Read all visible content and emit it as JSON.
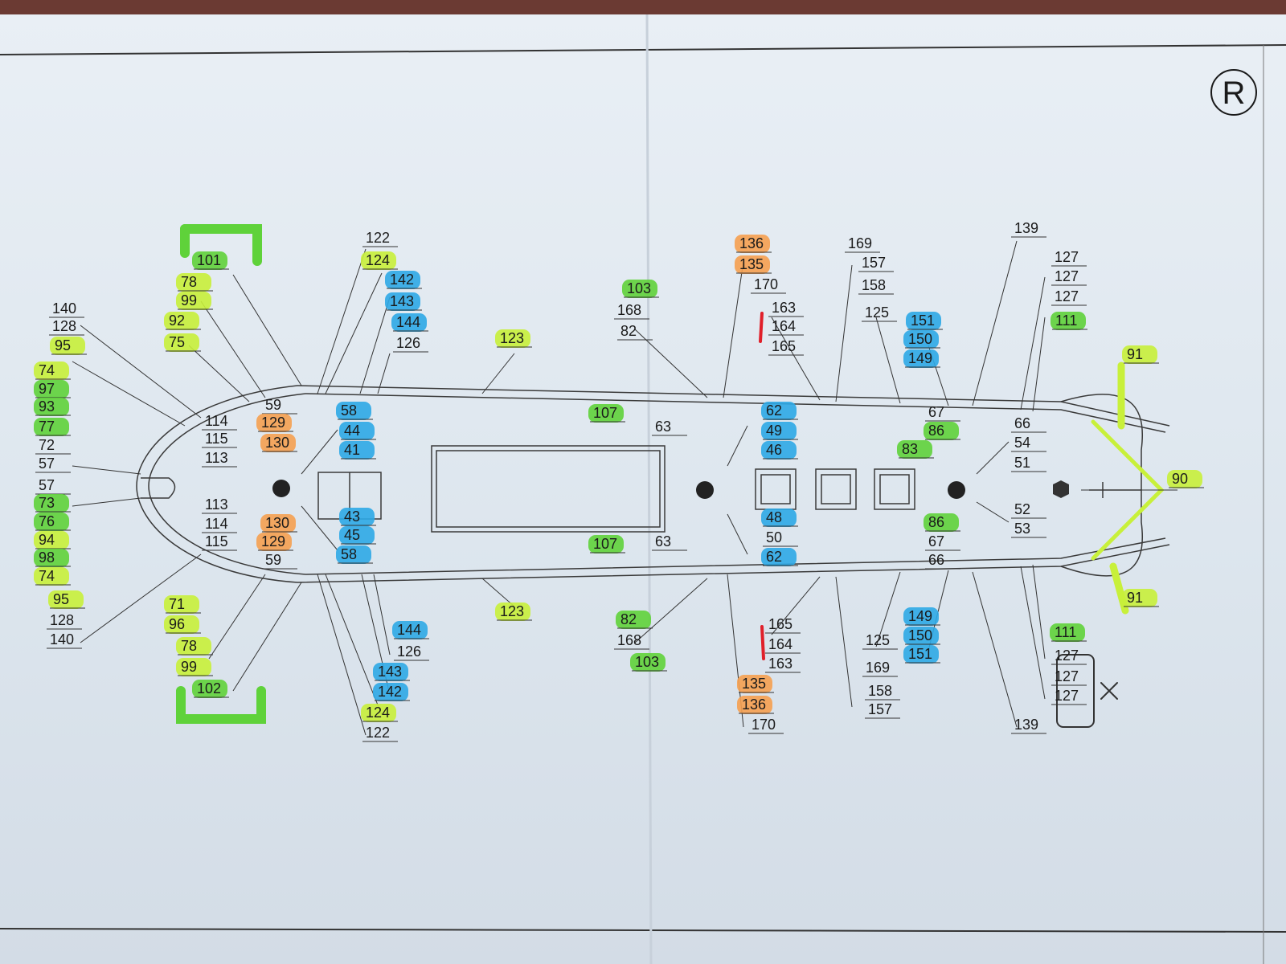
{
  "sheet": {
    "mark": "R"
  },
  "colors": {
    "green": "#5fd23a",
    "yellow": "#c8f03a",
    "blue": "#2ea8e6",
    "orange": "#f5a050",
    "red": "#e0202a",
    "ink": "#1a1a1a",
    "hull": "#3a3a3a"
  },
  "labels": [
    {
      "text": "101",
      "hl": "green"
    },
    {
      "text": "78",
      "hl": "yellow"
    },
    {
      "text": "99",
      "hl": "yellow"
    },
    {
      "text": "92",
      "hl": "yellow"
    },
    {
      "text": "75",
      "hl": "yellow"
    },
    {
      "text": "140",
      "hl": ""
    },
    {
      "text": "128",
      "hl": ""
    },
    {
      "text": "95",
      "hl": "yellow"
    },
    {
      "text": "74",
      "hl": "yellow"
    },
    {
      "text": "97",
      "hl": "green"
    },
    {
      "text": "93",
      "hl": "green"
    },
    {
      "text": "77",
      "hl": "green"
    },
    {
      "text": "72",
      "hl": ""
    },
    {
      "text": "57",
      "hl": ""
    },
    {
      "text": "57",
      "hl": ""
    },
    {
      "text": "73",
      "hl": "green"
    },
    {
      "text": "76",
      "hl": "green"
    },
    {
      "text": "94",
      "hl": "yellow"
    },
    {
      "text": "98",
      "hl": "green"
    },
    {
      "text": "74",
      "hl": "yellow"
    },
    {
      "text": "95",
      "hl": "yellow"
    },
    {
      "text": "128",
      "hl": ""
    },
    {
      "text": "140",
      "hl": ""
    },
    {
      "text": "71",
      "hl": "yellow"
    },
    {
      "text": "96",
      "hl": "yellow"
    },
    {
      "text": "78",
      "hl": "yellow"
    },
    {
      "text": "99",
      "hl": "yellow"
    },
    {
      "text": "102",
      "hl": "green"
    },
    {
      "text": "59",
      "hl": ""
    },
    {
      "text": "129",
      "hl": "orange"
    },
    {
      "text": "130",
      "hl": "orange"
    },
    {
      "text": "114",
      "hl": ""
    },
    {
      "text": "115",
      "hl": ""
    },
    {
      "text": "113",
      "hl": ""
    },
    {
      "text": "113",
      "hl": ""
    },
    {
      "text": "114",
      "hl": ""
    },
    {
      "text": "115",
      "hl": ""
    },
    {
      "text": "130",
      "hl": "orange"
    },
    {
      "text": "129",
      "hl": "orange"
    },
    {
      "text": "59",
      "hl": ""
    },
    {
      "text": "122",
      "hl": ""
    },
    {
      "text": "124",
      "hl": "yellow"
    },
    {
      "text": "142",
      "hl": "blue"
    },
    {
      "text": "143",
      "hl": "blue"
    },
    {
      "text": "144",
      "hl": "blue"
    },
    {
      "text": "126",
      "hl": ""
    },
    {
      "text": "58",
      "hl": "blue"
    },
    {
      "text": "44",
      "hl": "blue"
    },
    {
      "text": "41",
      "hl": "blue"
    },
    {
      "text": "43",
      "hl": "blue"
    },
    {
      "text": "45",
      "hl": "blue"
    },
    {
      "text": "58",
      "hl": "blue"
    },
    {
      "text": "144",
      "hl": "blue"
    },
    {
      "text": "126",
      "hl": ""
    },
    {
      "text": "143",
      "hl": "blue"
    },
    {
      "text": "142",
      "hl": "blue"
    },
    {
      "text": "124",
      "hl": "yellow"
    },
    {
      "text": "122",
      "hl": ""
    },
    {
      "text": "123",
      "hl": "yellow"
    },
    {
      "text": "123",
      "hl": "yellow"
    },
    {
      "text": "103",
      "hl": "green"
    },
    {
      "text": "168",
      "hl": ""
    },
    {
      "text": "82",
      "hl": ""
    },
    {
      "text": "107",
      "hl": "green"
    },
    {
      "text": "107",
      "hl": "green"
    },
    {
      "text": "63",
      "hl": ""
    },
    {
      "text": "63",
      "hl": ""
    },
    {
      "text": "82",
      "hl": "green"
    },
    {
      "text": "168",
      "hl": ""
    },
    {
      "text": "103",
      "hl": "green"
    },
    {
      "text": "136",
      "hl": "orange"
    },
    {
      "text": "135",
      "hl": "orange"
    },
    {
      "text": "170",
      "hl": ""
    },
    {
      "text": "163",
      "hl": ""
    },
    {
      "text": "164",
      "hl": ""
    },
    {
      "text": "165",
      "hl": ""
    },
    {
      "text": "169",
      "hl": ""
    },
    {
      "text": "157",
      "hl": ""
    },
    {
      "text": "158",
      "hl": ""
    },
    {
      "text": "125",
      "hl": ""
    },
    {
      "text": "62",
      "hl": "blue"
    },
    {
      "text": "49",
      "hl": "blue"
    },
    {
      "text": "46",
      "hl": "blue"
    },
    {
      "text": "48",
      "hl": "blue"
    },
    {
      "text": "50",
      "hl": ""
    },
    {
      "text": "62",
      "hl": "blue"
    },
    {
      "text": "165",
      "hl": ""
    },
    {
      "text": "164",
      "hl": ""
    },
    {
      "text": "163",
      "hl": ""
    },
    {
      "text": "135",
      "hl": "orange"
    },
    {
      "text": "136",
      "hl": "orange"
    },
    {
      "text": "170",
      "hl": ""
    },
    {
      "text": "125",
      "hl": ""
    },
    {
      "text": "169",
      "hl": ""
    },
    {
      "text": "158",
      "hl": ""
    },
    {
      "text": "157",
      "hl": ""
    },
    {
      "text": "151",
      "hl": "blue"
    },
    {
      "text": "150",
      "hl": "blue"
    },
    {
      "text": "149",
      "hl": "blue"
    },
    {
      "text": "149",
      "hl": "blue"
    },
    {
      "text": "150",
      "hl": "blue"
    },
    {
      "text": "151",
      "hl": "blue"
    },
    {
      "text": "139",
      "hl": ""
    },
    {
      "text": "127",
      "hl": ""
    },
    {
      "text": "127",
      "hl": ""
    },
    {
      "text": "127",
      "hl": ""
    },
    {
      "text": "111",
      "hl": "green"
    },
    {
      "text": "67",
      "hl": ""
    },
    {
      "text": "86",
      "hl": "green"
    },
    {
      "text": "83",
      "hl": "green"
    },
    {
      "text": "86",
      "hl": "green"
    },
    {
      "text": "67",
      "hl": ""
    },
    {
      "text": "66",
      "hl": ""
    },
    {
      "text": "66",
      "hl": ""
    },
    {
      "text": "54",
      "hl": ""
    },
    {
      "text": "51",
      "hl": ""
    },
    {
      "text": "52",
      "hl": ""
    },
    {
      "text": "53",
      "hl": ""
    },
    {
      "text": "111",
      "hl": "green"
    },
    {
      "text": "127",
      "hl": ""
    },
    {
      "text": "127",
      "hl": ""
    },
    {
      "text": "127",
      "hl": ""
    },
    {
      "text": "139",
      "hl": ""
    },
    {
      "text": "91",
      "hl": "yellow"
    },
    {
      "text": "90",
      "hl": "yellow"
    },
    {
      "text": "91",
      "hl": "yellow"
    }
  ]
}
